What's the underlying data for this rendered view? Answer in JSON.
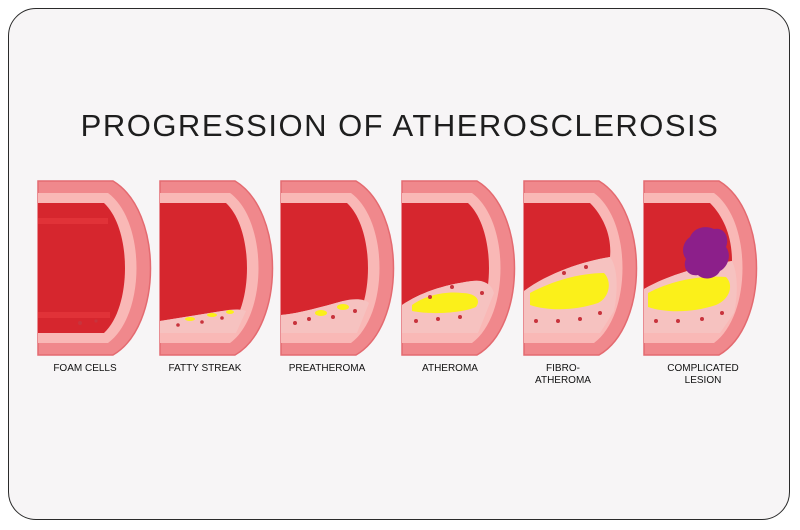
{
  "title": "PROGRESSION OF ATHEROSCLEROSIS",
  "stages": [
    {
      "line1": "FOAM CELLS",
      "line2": ""
    },
    {
      "line1": "FATTY STREAK",
      "line2": ""
    },
    {
      "line1": "PREATHEROMA",
      "line2": ""
    },
    {
      "line1": "ATHEROMA",
      "line2": ""
    },
    {
      "line1": "FIBRO-",
      "line2": "ATHEROMA"
    },
    {
      "line1": "COMPLICATED",
      "line2": "LESION"
    }
  ],
  "colors": {
    "outer_wall": "#f0888c",
    "outer_wall_edge": "#e46a70",
    "inner_wall": "#f9b8b6",
    "lumen": "#d6262e",
    "lumen_highlight": "#e83a40",
    "plaque": "#f6c2c0",
    "fat": "#fbf01a",
    "cell": "#c8333c",
    "clot": "#8c1f8a"
  }
}
